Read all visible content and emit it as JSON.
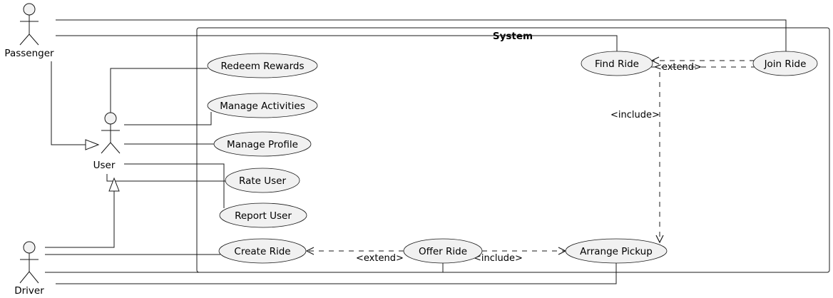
{
  "diagram": {
    "system_title": "System",
    "actors": {
      "passenger": "Passenger",
      "user": "User",
      "driver": "Driver"
    },
    "use_cases": {
      "redeem_rewards": "Redeem Rewards",
      "manage_activities": "Manage Activities",
      "manage_profile": "Manage Profile",
      "rate_user": "Rate User",
      "report_user": "Report User",
      "create_ride": "Create Ride",
      "offer_ride": "Offer Ride",
      "arrange_pickup": "Arrange Pickup",
      "find_ride": "Find Ride",
      "join_ride": "Join Ride"
    },
    "relation_labels": {
      "join_extends_find": "<extend>",
      "find_includes_pickup": "<include>",
      "offer_extends_create": "<extend>",
      "offer_includes_pickup": "<include>"
    }
  },
  "colors": {
    "actor_fill": "#f1f1f1",
    "usecase_fill": "#f1f1f1",
    "line": "#181818"
  }
}
